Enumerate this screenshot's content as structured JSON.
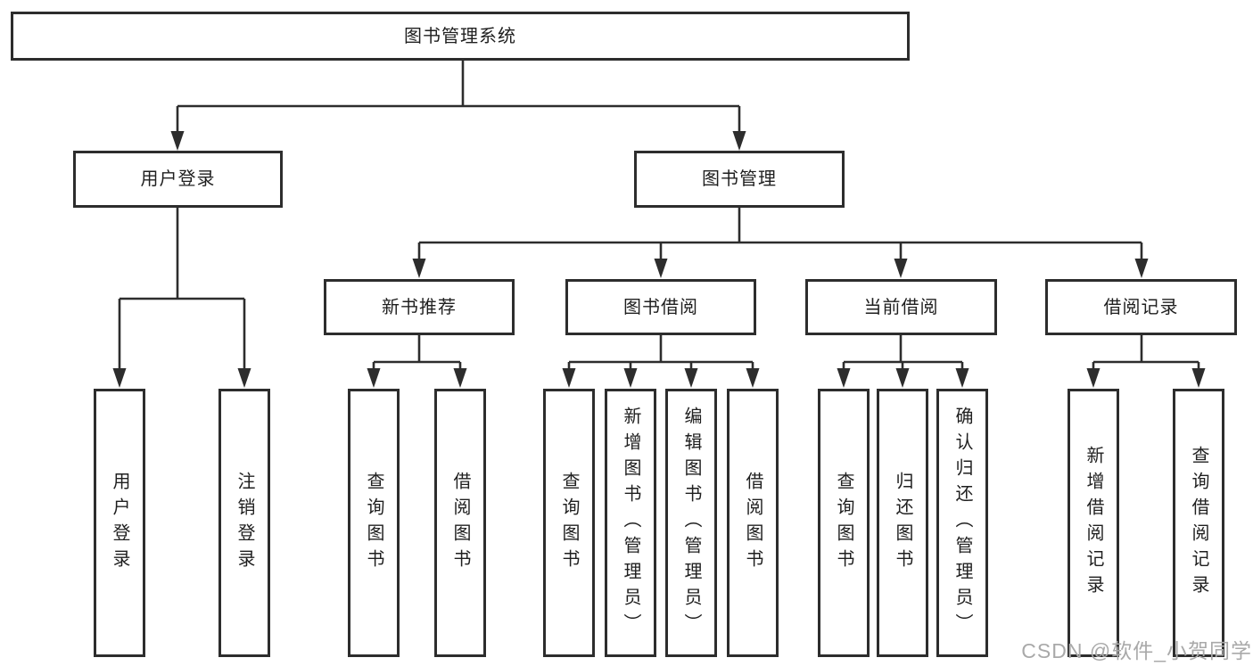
{
  "colors": {
    "background": "#ffffff",
    "line": "#2d2d2d",
    "box_border": "#2d2d2d",
    "text": "#1f1f1f",
    "watermark_text_color": "#a9a9a9"
  },
  "watermark": {
    "text": "CSDN @软件_小贺同学"
  },
  "tree": {
    "root": {
      "label": "图书管理系统",
      "children": [
        {
          "label": "用户登录",
          "children": [
            {
              "label": "用户登录"
            },
            {
              "label": "注销登录"
            }
          ]
        },
        {
          "label": "图书管理",
          "children": [
            {
              "label": "新书推荐",
              "children": [
                {
                  "label": "查询图书"
                },
                {
                  "label": "借阅图书"
                }
              ]
            },
            {
              "label": "图书借阅",
              "children": [
                {
                  "label": "查询图书"
                },
                {
                  "label": "新增图书（管理员）"
                },
                {
                  "label": "编辑图书（管理员）"
                },
                {
                  "label": "借阅图书"
                }
              ]
            },
            {
              "label": "当前借阅",
              "children": [
                {
                  "label": "查询图书"
                },
                {
                  "label": "归还图书"
                },
                {
                  "label": "确认归还（管理员）"
                }
              ]
            },
            {
              "label": "借阅记录",
              "children": [
                {
                  "label": "新增借阅记录"
                },
                {
                  "label": "查询借阅记录"
                }
              ]
            }
          ]
        }
      ]
    }
  }
}
